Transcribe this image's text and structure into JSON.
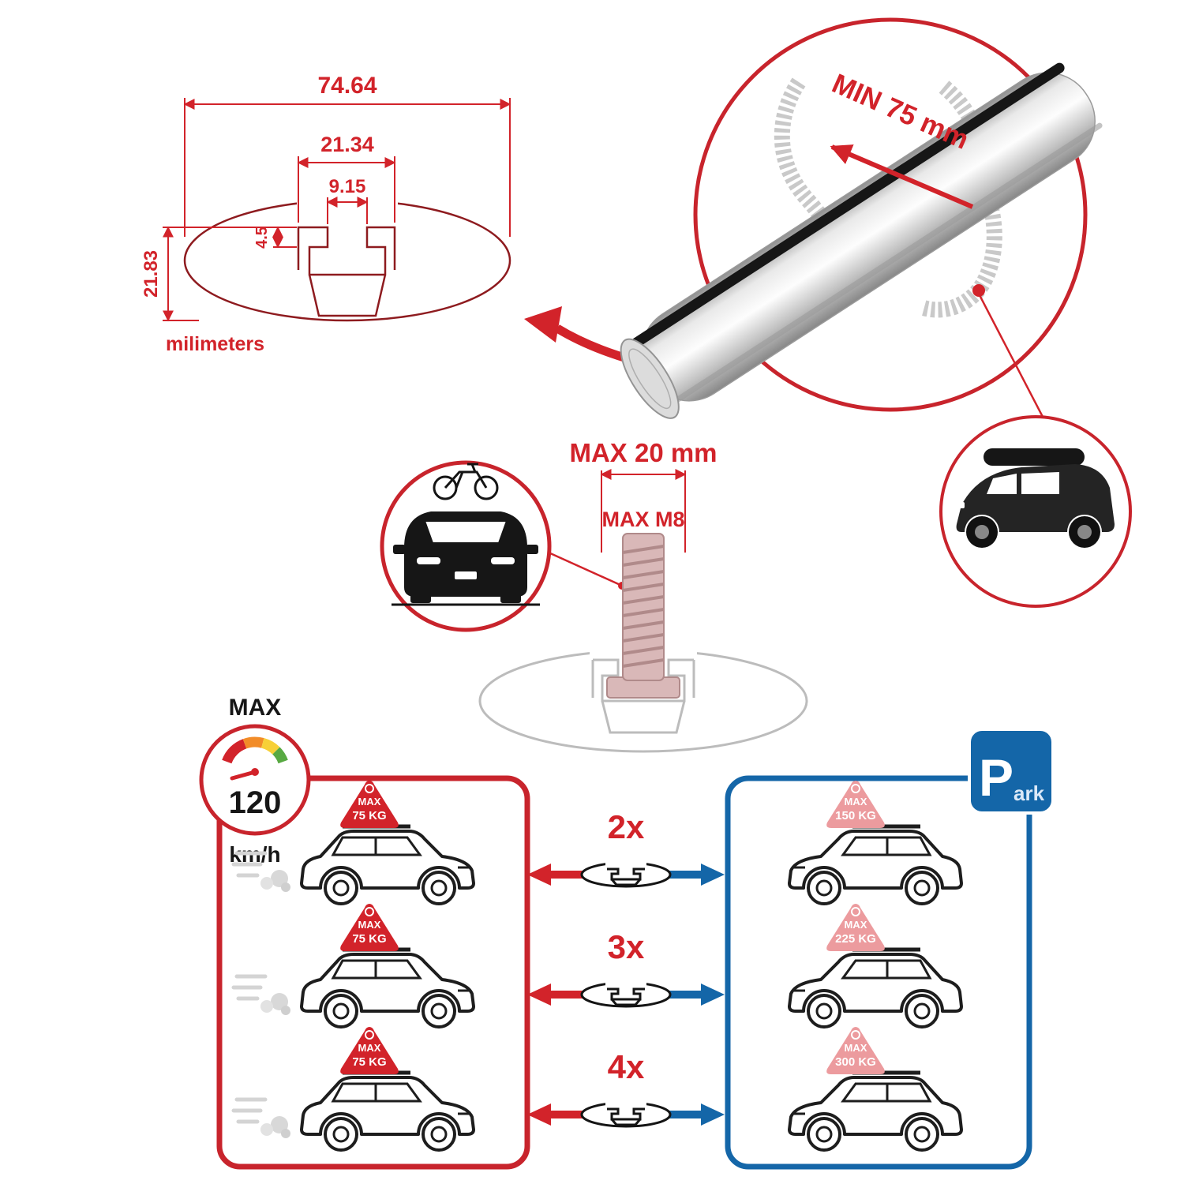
{
  "colors": {
    "red": "#d2232a",
    "blue": "#1466a8",
    "maroon": "#8e1b1f",
    "profile_gray": "#bcbcbc"
  },
  "cross_section": {
    "total_width": "74.64",
    "slot_width": "21.34",
    "opening_width": "9.15",
    "lip_height": "4.5",
    "total_height": "21.83",
    "units": "milimeters"
  },
  "bar_detail": {
    "min_span": "MIN 75 mm"
  },
  "bolt_detail": {
    "max_length": "MAX 20 mm",
    "max_thread": "MAX M8"
  },
  "speed_limit": {
    "label": "MAX",
    "value": "120",
    "unit": "km/h"
  },
  "park_sign": {
    "letter": "P",
    "rest": "ark"
  },
  "driving_cars": [
    {
      "tag_title": "MAX",
      "tag_load": "75 KG"
    },
    {
      "tag_title": "MAX",
      "tag_load": "75 KG"
    },
    {
      "tag_title": "MAX",
      "tag_load": "75 KG"
    }
  ],
  "parked_cars": [
    {
      "tag_title": "MAX",
      "tag_load": "150 KG"
    },
    {
      "tag_title": "MAX",
      "tag_load": "225 KG"
    },
    {
      "tag_title": "MAX",
      "tag_load": "300 KG"
    }
  ],
  "bar_counts": [
    {
      "label": "2x"
    },
    {
      "label": "3x"
    },
    {
      "label": "4x"
    }
  ]
}
